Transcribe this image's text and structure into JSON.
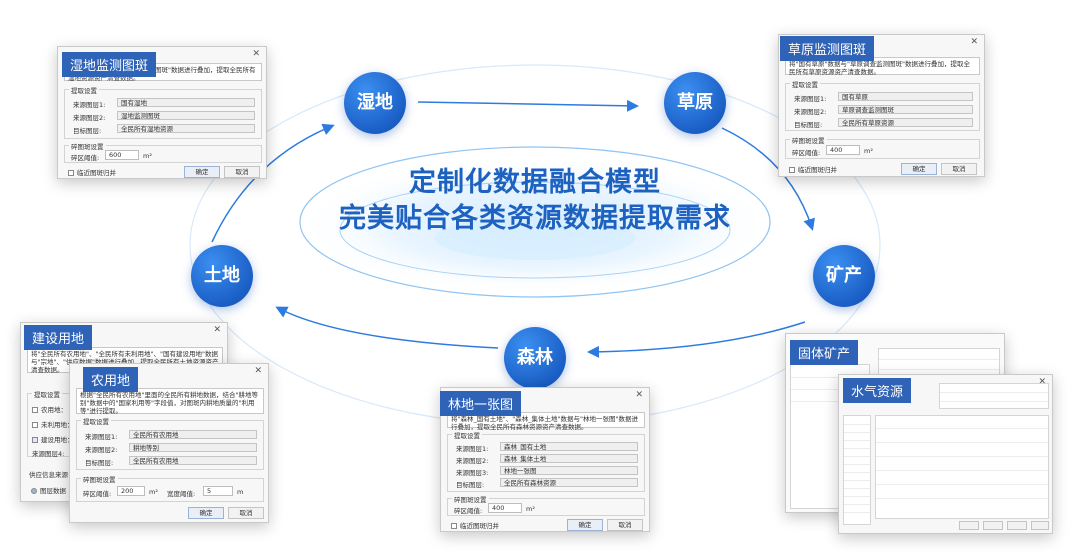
{
  "center": {
    "line1": "定制化数据融合模型",
    "line2": "完美贴合各类资源数据提取需求"
  },
  "topics": {
    "wetland": "湿地",
    "grassland": "草原",
    "land": "土地",
    "mineral": "矿产",
    "forest": "森林"
  },
  "windows": {
    "wetland": {
      "tag": "湿地监测图斑",
      "desc": "将\"国有湿地\"数据与\"湿地监测图斑\"数据进行叠加，提取全民所有湿地资源资产清查数据。",
      "group_extract": "提取设置",
      "src1_label": "来源图层1:",
      "src1_value": "国有湿地",
      "src2_label": "来源图层2:",
      "src2_value": "湿地监测图斑",
      "target_label": "目标图层:",
      "target_value": "全民所有湿地资源",
      "group_frag": "碎图斑设置",
      "frag_label": "碎区阈值:",
      "frag_value": "600",
      "unit": "m²",
      "check_label": "临近图斑归并",
      "ok": "确定",
      "cancel": "取消"
    },
    "grassland": {
      "tag": "草原监测图斑",
      "desc": "将\"国有草原\"数据与\"草原调查监测图斑\"数据进行叠加，提取全民所有草原资源资产清查数据。",
      "group_extract": "提取设置",
      "src1_label": "来源图层1:",
      "src1_value": "国有草原",
      "src2_label": "来源图层2:",
      "src2_value": "草原调查监测图斑",
      "target_label": "目标图层:",
      "target_value": "全民所有草原资源",
      "group_frag": "碎图斑设置",
      "frag_label": "碎区阈值:",
      "frag_value": "400",
      "unit": "m²",
      "check_label": "临近图斑归并",
      "ok": "确定",
      "cancel": "取消"
    },
    "construction": {
      "tag": "建设用地",
      "desc": "将\"全民所有农用地\"、\"全民所有未利用地\"、\"国有建设用地\"数据与\"宗地\"、\"供应数据\"数据进行叠加，提取全民所有土地资源资产清查数据。",
      "group_extract": "提取设置",
      "opt1": "农用地：",
      "opt2": "未利用地：",
      "opt3": "建设用地：",
      "src4_label": "来源图层4:",
      "supply": "供应信息来源",
      "radio": "图层数据"
    },
    "agri": {
      "tag": "农用地",
      "desc": "根据\"全民所有农用地\"里面的全民所有耕地数据，结合\"耕地等别\"数据中的\"国家利用等\"字段值，对图斑内耕地质量的\"利用等\"进行提取。",
      "group_extract": "提取设置",
      "src1_label": "来源图层1:",
      "src1_value": "全民所有农用地",
      "src2_label": "来源图层2:",
      "src2_value": "耕地等别",
      "target_label": "目标图层:",
      "target_value": "全民所有农用地",
      "group_frag": "碎图斑设置",
      "frag_label": "碎区阈值:",
      "frag_value": "200",
      "unit": "m²",
      "width_label": "宽度阈值:",
      "width_value": "5",
      "width_unit": "m",
      "ok": "确定",
      "cancel": "取消"
    },
    "forest": {
      "tag": "林地一张图",
      "desc": "将\"森林_国有土地\"、\"森林_集体土地\"数据与\"林地一张图\"数据进行叠加，提取全民所有森林资源资产清查数据。",
      "group_extract": "提取设置",
      "src1_label": "来源图层1:",
      "src1_value": "森林_国有土地",
      "src2_label": "来源图层2:",
      "src2_value": "森林_集体土地",
      "src3_label": "来源图层3:",
      "src3_value": "林地一张图",
      "target_label": "目标图层:",
      "target_value": "全民所有森林资源",
      "group_frag": "碎图斑设置",
      "frag_label": "碎区阈值:",
      "frag_value": "400",
      "unit": "m²",
      "check_label": "临近图斑归并",
      "ok": "确定",
      "cancel": "取消"
    },
    "solid": {
      "tag": "固体矿产"
    },
    "water": {
      "tag": "水气资源"
    }
  },
  "colors": {
    "accent": "#1d62c0",
    "tag_bg": "#2e63b8",
    "arrow": "#2d7be0"
  }
}
